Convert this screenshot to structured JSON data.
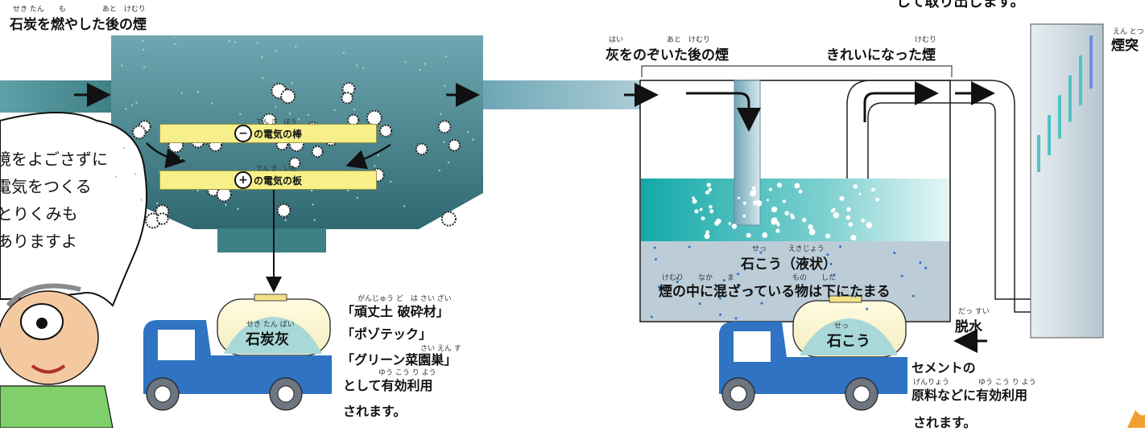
{
  "labels": {
    "top_clipped": "して取り出します。",
    "smoke_after_coal": "石炭を燃やした後の煙",
    "smoke_after_coal_ruby": "せき たん　　も　　　　　あと　けむり",
    "smoke_no_ash": "灰をのぞいた後の煙",
    "smoke_no_ash_ruby": "はい　　　　　　あと　けむり",
    "clean_smoke": "きれいになった煙",
    "clean_smoke_ruby": "けむり",
    "chimney": "煙突",
    "chimney_ruby": "えん とつ",
    "neg_rod": "の電気の棒",
    "neg_rod_ruby": "でん き　ぼう",
    "pos_plate": "の電気の板",
    "pos_plate_ruby": "でん き　いた",
    "gypsum_liquid": "石こう（液状）",
    "gypsum_liquid_ruby": "せっ　　　えきじょう",
    "settle": "煙の中に混ざっている物は下にたまる",
    "settle_ruby": "けむり　　なか　　ま　　　　　　　　もの　　した",
    "dehydrate": "脱水",
    "dehydrate_ruby": "だっ すい",
    "coal_ash": "石炭灰",
    "coal_ash_ruby": "せき たん ばい",
    "gypsum": "石こう",
    "gypsum_ruby": "せっ",
    "neg_sign": "−",
    "pos_sign": "+"
  },
  "reuse_left": {
    "lines": [
      "「頑丈土 破砕材」",
      "「ポゾテック」",
      "「グリーン菜園巣」",
      "として有効利用",
      "されます。"
    ],
    "ruby": [
      "がんじゅう ど　は さい ざい",
      "",
      "さい えん す",
      "ゆう こう り よう",
      ""
    ]
  },
  "reuse_right": {
    "lines": [
      "セメントの",
      "原料などに有効利用",
      "されます。"
    ],
    "ruby": [
      "",
      "げんりょう　　　　ゆう こう り よう",
      ""
    ]
  },
  "speech_bubble": {
    "lines": [
      "境をよごさずに",
      "電気をつくる",
      "とりくみも",
      "ありますよ"
    ]
  },
  "colors": {
    "precipitator": "#3f7f86",
    "duct": "#7fb6c4",
    "water_top": "#2bb7b7",
    "water_bottom": "#b9ccd6",
    "truck": "#2f73c2",
    "rod": "#f7f08a",
    "stack": "#c7d3dc"
  }
}
